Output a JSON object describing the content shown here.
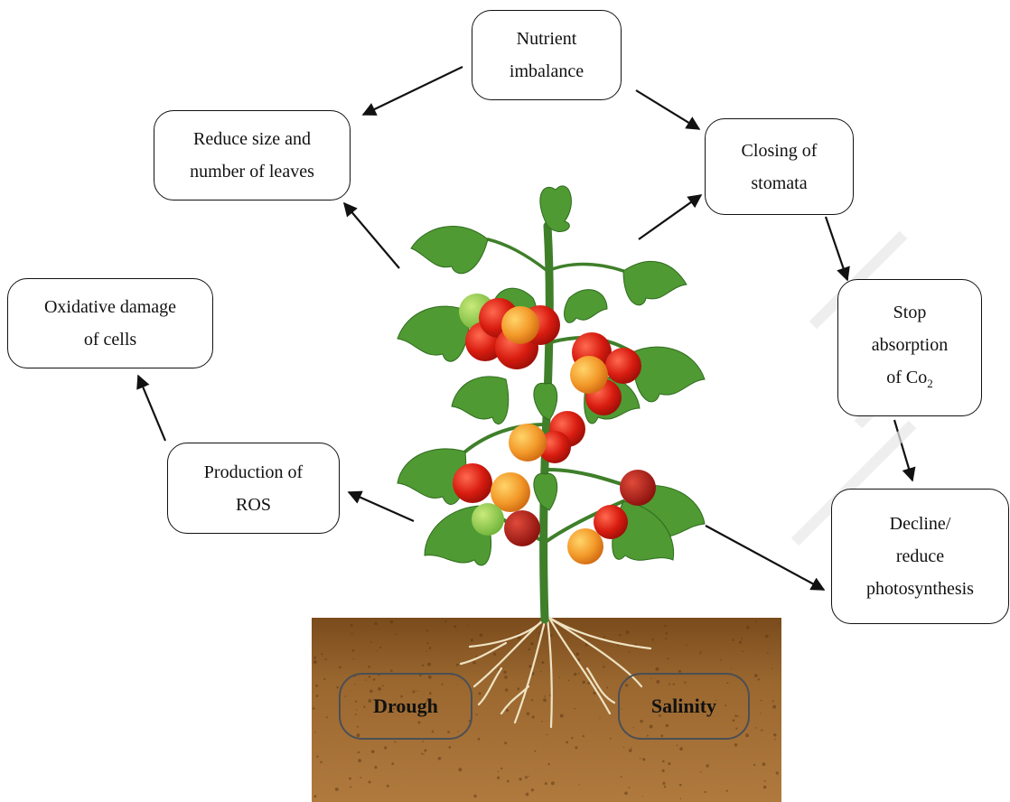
{
  "boxes": {
    "nutrient": [
      "Nutrient",
      "imbalance"
    ],
    "reduce_leaves": [
      "Reduce size and",
      "number of leaves"
    ],
    "closing_stomata": [
      "Closing of",
      "stomata"
    ],
    "oxidative": [
      "Oxidative damage",
      "of cells"
    ],
    "stop_absorption": [
      "Stop",
      "absorption",
      "of Co"
    ],
    "co2_subscript": "2",
    "production_ros": [
      "Production of",
      "ROS"
    ],
    "decline": [
      "Decline/",
      "reduce",
      "photosynthesis"
    ]
  },
  "soil": {
    "left": "Drough",
    "right": "Salinity"
  },
  "colors": {
    "soil": "#8a5a26",
    "leaf": "#4f9a33",
    "stem": "#3f7f2a",
    "fruit_red": "#d51d12",
    "fruit_orange": "#f2a22b"
  }
}
